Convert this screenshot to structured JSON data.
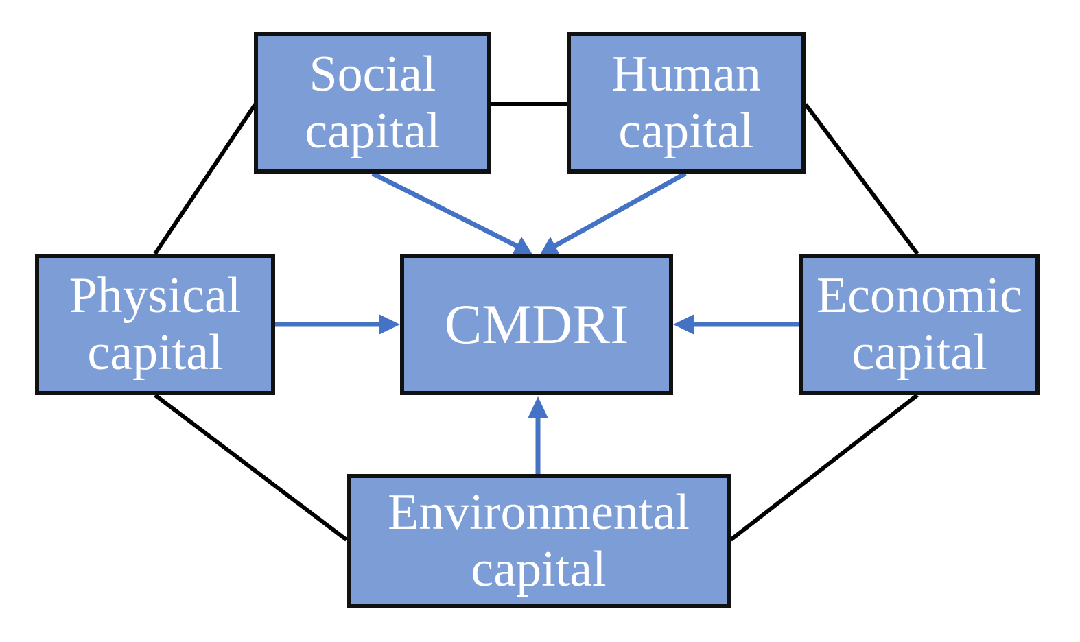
{
  "nodes": {
    "social": {
      "line1": "Social",
      "line2": "capital"
    },
    "human": {
      "line1": "Human",
      "line2": "capital"
    },
    "physical": {
      "line1": "Physical",
      "line2": "capital"
    },
    "center": {
      "label": "CMDRI"
    },
    "economic": {
      "line1": "Economic",
      "line2": "capital"
    },
    "environmental": {
      "line1": "Environmental",
      "line2": "capital"
    }
  },
  "colors": {
    "box_fill": "#7d9dd6",
    "box_border": "#111111",
    "arrow": "#4472c4",
    "connector": "#000000",
    "text": "#ffffff"
  }
}
